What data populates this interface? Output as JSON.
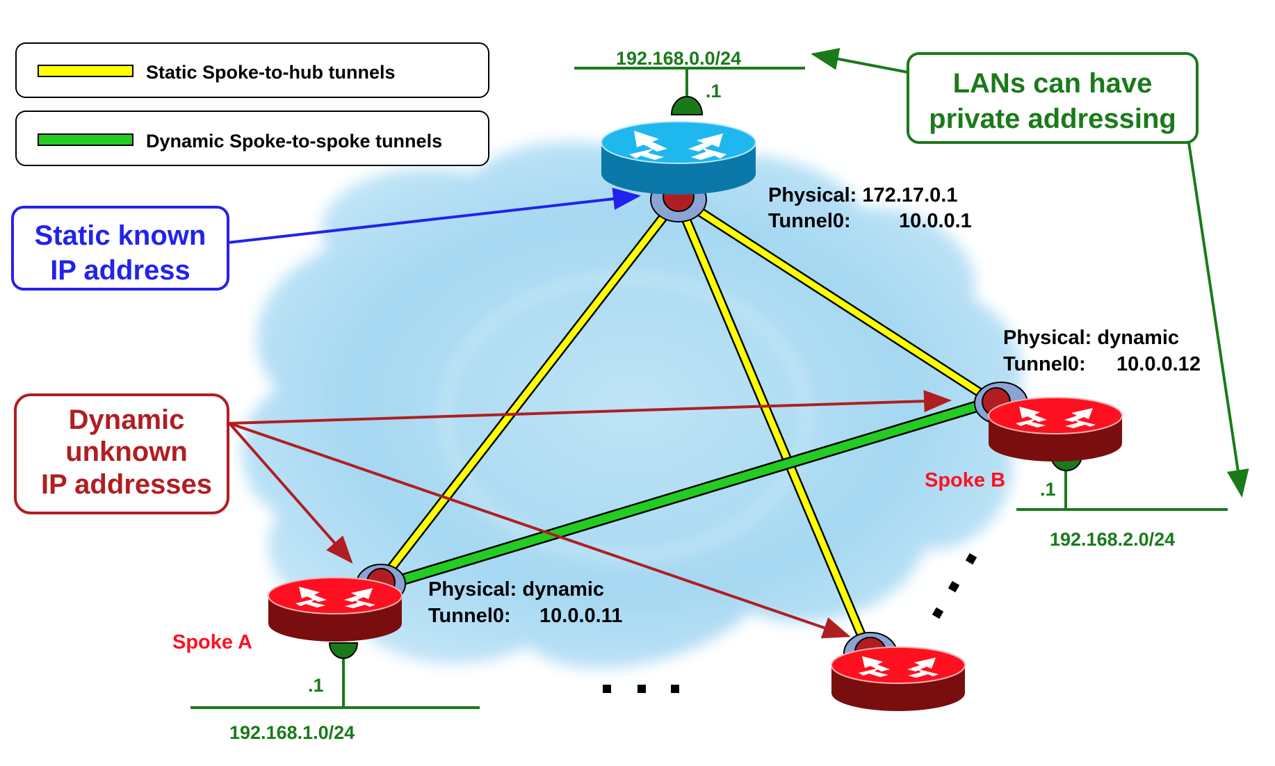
{
  "legend": {
    "items": [
      {
        "label": "Static Spoke-to-hub tunnels",
        "color": "#ffff00"
      },
      {
        "label": "Dynamic Spoke-to-spoke tunnels",
        "color": "#22cc22"
      }
    ]
  },
  "callouts": {
    "static": {
      "lines": [
        "Static known",
        "IP address"
      ],
      "color": "#2222ee"
    },
    "dynamic": {
      "lines": [
        "Dynamic",
        "unknown",
        "IP addresses"
      ],
      "color": "#b01e22"
    },
    "lans": {
      "lines": [
        "LANs can have",
        "private addressing"
      ],
      "color": "#1a7a1a"
    }
  },
  "hub": {
    "lan": "192.168.0.0/24",
    "host": ".1",
    "physical_label": "Physical: 172.17.0.1",
    "tunnel_label": "Tunnel0:",
    "tunnel_ip": "10.0.0.1",
    "color": "#1fb0e8"
  },
  "spoke_a": {
    "name": "Spoke A",
    "lan": "192.168.1.0/24",
    "host": ".1",
    "physical_label": "Physical:  dynamic",
    "tunnel_label": "Tunnel0:",
    "tunnel_ip": "10.0.0.11"
  },
  "spoke_b": {
    "name": "Spoke B",
    "lan": "192.168.2.0/24",
    "host": ".1",
    "physical_label": "Physical: dynamic",
    "tunnel_label": "Tunnel0:",
    "tunnel_ip": "10.0.0.12"
  },
  "spoke_c": {},
  "ellipsis": "..."
}
